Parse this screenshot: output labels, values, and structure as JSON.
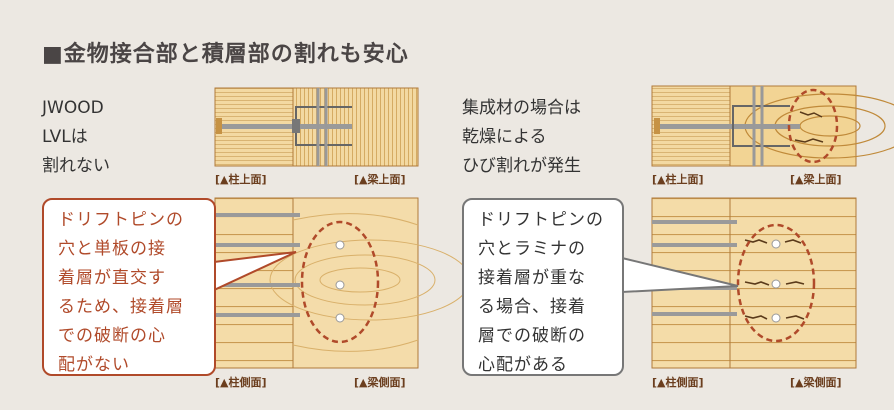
{
  "title": "■金物接合部と積層部の割れも安心",
  "left": {
    "label_lines": [
      "JWOOD",
      "LVLは",
      "割れない"
    ],
    "caption_top_left": "[▲柱上面]",
    "caption_top_right": "[▲梁上面]",
    "caption_bottom_left": "[▲柱側面]",
    "caption_bottom_right": "[▲梁側面]",
    "callout_lines": [
      "ドリフトピンの",
      "穴と単板の接",
      "着層が直交す",
      "るため、接着層",
      "での破断の心",
      "配がない"
    ]
  },
  "right": {
    "label_lines": [
      "集成材の場合は",
      "乾燥による",
      "ひび割れが発生"
    ],
    "caption_top_left": "[▲柱上面]",
    "caption_top_right": "[▲梁上面]",
    "caption_bottom_left": "[▲柱側面]",
    "caption_bottom_right": "[▲梁側面]",
    "callout_lines": [
      "ドリフトピンの",
      "穴とラミナの",
      "接着層が重な",
      "る場合、接着",
      "層での破断の",
      "心配がある"
    ]
  },
  "colors": {
    "wood": "#f2d79e",
    "wood_line": "#d6ae6a",
    "outline": "#b07a3a",
    "accent_red": "#b04a2a",
    "metal": "#9a9a9a"
  }
}
